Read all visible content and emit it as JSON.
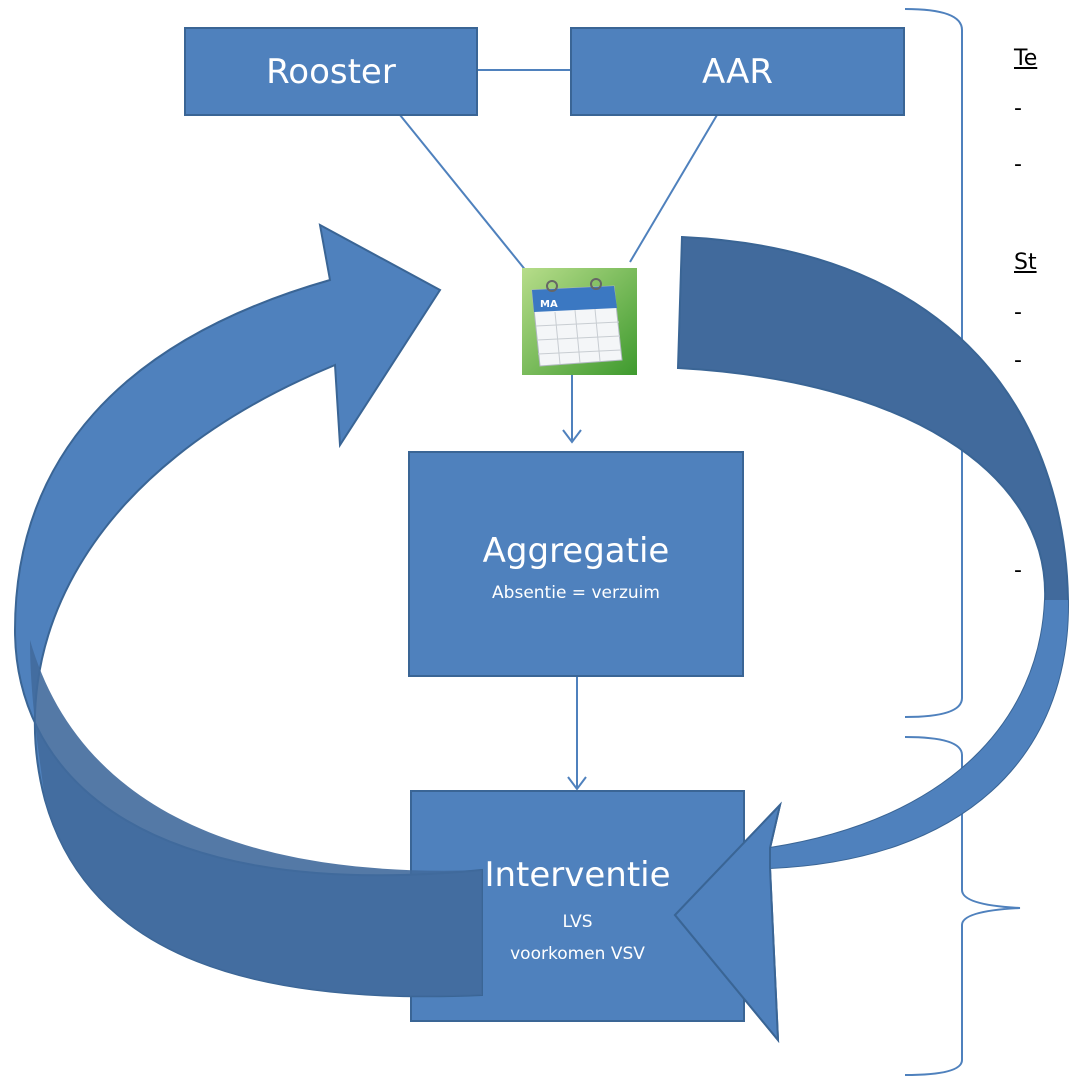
{
  "nodes": {
    "rooster": "Rooster",
    "aar": "AAR",
    "aggregatie_title": "Aggregatie",
    "aggregatie_sub": "Absentie = verzuim",
    "interventie_title": "Interventie",
    "interventie_sub1": "LVS",
    "interventie_sub2": "voorkomen VSV"
  },
  "calendar_icon": {
    "name": "calendar-icon",
    "label": "MA"
  },
  "side": {
    "heading1": "Te",
    "heading2": "St",
    "dash": "-"
  },
  "colors": {
    "box": "#4f81bd",
    "box_border": "#3a6595",
    "arrow_left": "#4f81bd",
    "arrow_right": "#416a9c",
    "line": "#4f81bd",
    "bracket": "#4f81bd"
  }
}
